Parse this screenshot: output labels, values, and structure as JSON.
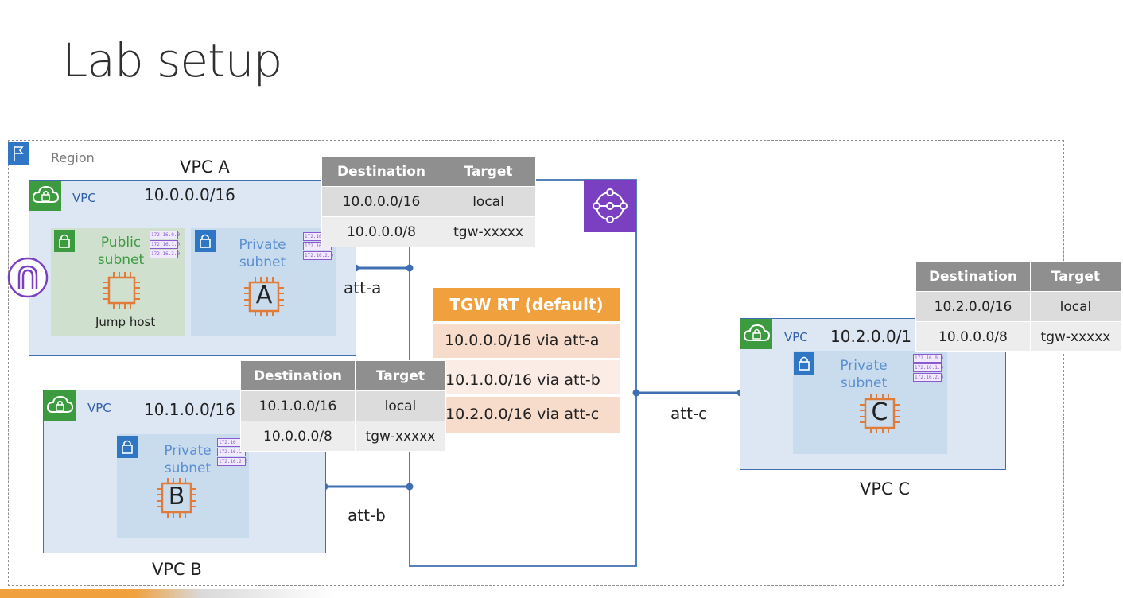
{
  "title": "Lab setup",
  "region": {
    "label": "Region"
  },
  "vpc_a": {
    "name": "VPC A",
    "tag": "VPC",
    "cidr": "10.0.0.0/16",
    "public_subnet": {
      "label_line1": "Public",
      "label_line2": "subnet",
      "instance_label": "Jump host"
    },
    "private_subnet": {
      "label_line1": "Private",
      "label_line2": "subnet",
      "instance_letter": "A"
    }
  },
  "vpc_b": {
    "name": "VPC B",
    "tag": "VPC",
    "cidr": "10.1.0.0/16",
    "private_subnet": {
      "label_line1": "Private",
      "label_line2": "subnet",
      "instance_letter": "B"
    }
  },
  "vpc_c": {
    "name": "VPC C",
    "tag": "VPC",
    "cidr": "10.2.0.0/1",
    "private_subnet": {
      "label_line1": "Private",
      "label_line2": "subnet",
      "instance_letter": "C"
    }
  },
  "ip_list": [
    "172.16.0.0",
    "172.16.1.0",
    "172.16.2.0"
  ],
  "ip_list_b": [
    "172.16",
    "172.16.1",
    "172.16.2.0"
  ],
  "route_table_a": {
    "headers": [
      "Destination",
      "Target"
    ],
    "rows": [
      [
        "10.0.0.0/16",
        "local"
      ],
      [
        "10.0.0.0/8",
        "tgw-xxxxx"
      ]
    ]
  },
  "route_table_b": {
    "headers": [
      "Destination",
      "Target"
    ],
    "rows": [
      [
        "10.1.0.0/16",
        "local"
      ],
      [
        "10.0.0.0/8",
        "tgw-xxxxx"
      ]
    ]
  },
  "route_table_c": {
    "headers": [
      "Destination",
      "Target"
    ],
    "rows": [
      [
        "10.2.0.0/16",
        "local"
      ],
      [
        "10.0.0.0/8",
        "tgw-xxxxx"
      ]
    ]
  },
  "tgw_rt": {
    "title": "TGW RT (default)",
    "routes": [
      "10.0.0.0/16 via att-a",
      "10.1.0.0/16 via att-b",
      "10.2.0.0/16 via att-c"
    ]
  },
  "attachments": {
    "a": "att-a",
    "b": "att-b",
    "c": "att-c"
  },
  "colors": {
    "vpc_green": "#3c9a3f",
    "subnet_blue": "#2f76c5",
    "tgw_purple": "#7b3fc1",
    "tgw_orange": "#f0a03c",
    "ec2_orange": "#e07b39"
  }
}
